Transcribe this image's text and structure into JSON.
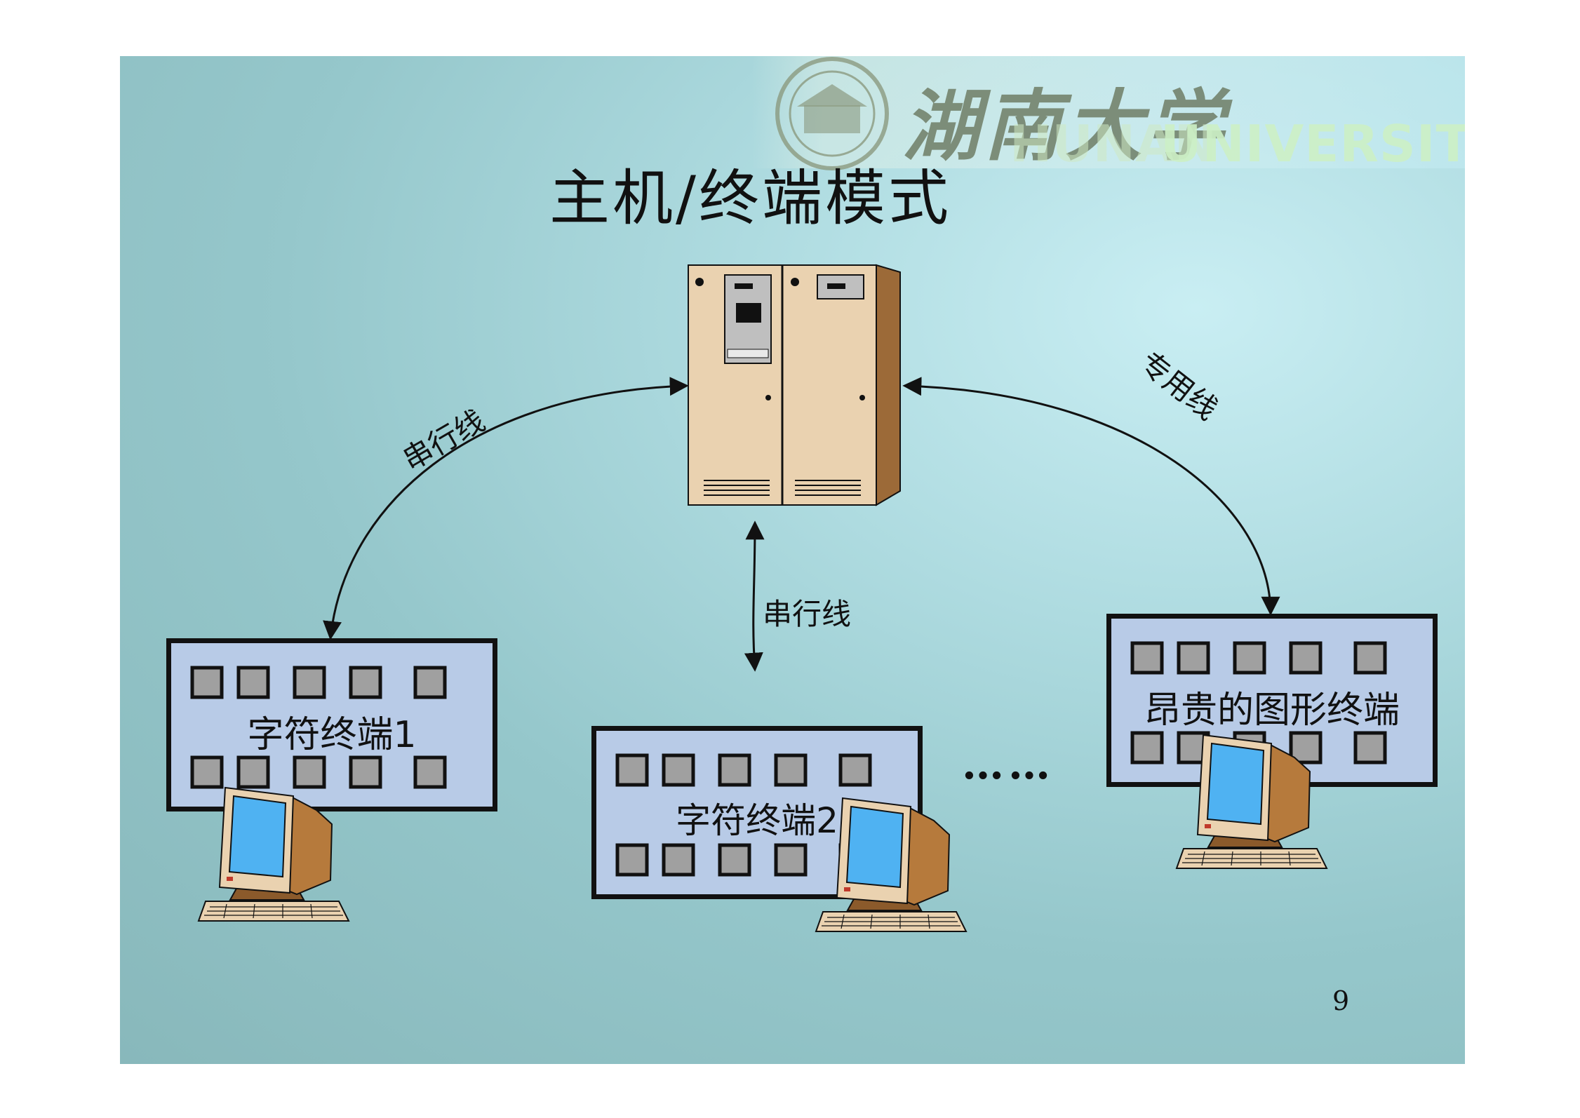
{
  "title": "主机/终端模式",
  "university": {
    "name_cn": "湖南大学",
    "name_en": "UNIVERSITY",
    "name_en_ghost": "HUNAN"
  },
  "edges": {
    "left_label": "串行线",
    "middle_label": "串行线",
    "right_label": "专用线"
  },
  "terminals": [
    {
      "label": "字符终端1"
    },
    {
      "label": "字符终端2"
    },
    {
      "label": "昂贵的图形终端"
    }
  ],
  "ellipsis": "……",
  "page_number": "9",
  "colors": {
    "background": "#95c7cb",
    "panel": "#b8cbe7",
    "mainframe_front": "#ead2b0",
    "mainframe_side": "#9c6a38",
    "monitor_screen": "#4fb2f2",
    "monitor_body": "#b67a3c"
  }
}
